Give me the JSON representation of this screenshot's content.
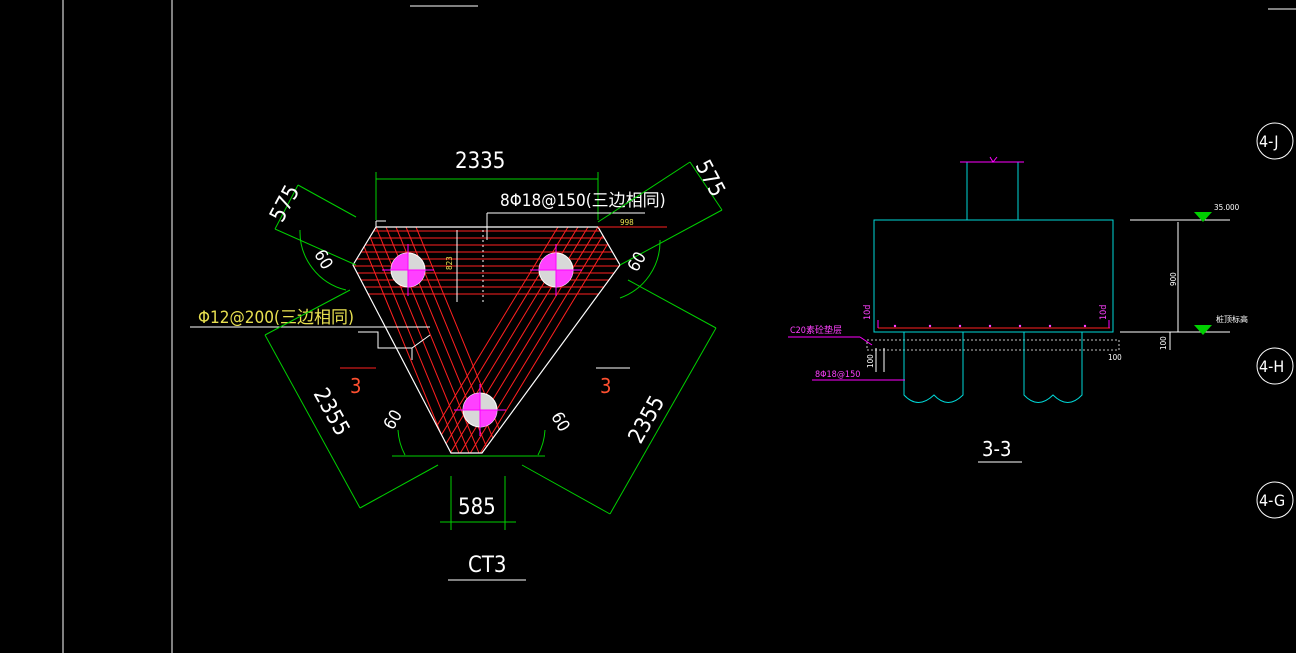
{
  "drawing": {
    "plan": {
      "top_width": "2335",
      "top_rebar": "8Φ18@150(三边相同)",
      "top_rebar_small": "998",
      "left_edge_dim": "575",
      "right_edge_dim": "575",
      "angle_top_left": "60",
      "angle_top_right": "60",
      "angle_bottom_left": "60",
      "angle_bottom_right": "60",
      "left_rebar": "Φ12@200(三边相同)",
      "left_side_dim": "2355",
      "right_side_dim": "2355",
      "bottom_width": "585",
      "section_mark_left": "3",
      "section_mark_right": "3",
      "title": "CT3",
      "vertical_small_dim": "823"
    },
    "section": {
      "elevation_top": "35.000",
      "elevation_bottom": "桩顶标高",
      "height_dim": "900",
      "left_annot_10d": "10d",
      "right_annot_10d": "10d",
      "cushion_label": "C20素砼垫层",
      "rebar_label": "8Φ18@150",
      "small_100_left": "100",
      "small_100_right": "100",
      "small_100_vertical": "100",
      "title": "3-3"
    },
    "axis_tags": [
      "4-J",
      "4-H",
      "4-G"
    ]
  }
}
